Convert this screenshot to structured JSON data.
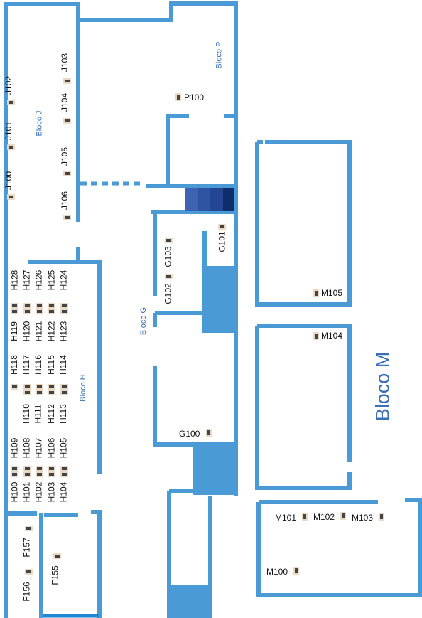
{
  "colors": {
    "wall": "#4a9ad6",
    "fill": "#4a9ad6",
    "text": "#111111",
    "block_label": "#3b6fb6",
    "stairs": [
      "#3e63b0",
      "#2f54a3",
      "#234594",
      "#0f2d6a"
    ],
    "icon_bg": "#e8d8c4"
  },
  "blocks": {
    "j": "Bloco J",
    "p": "Bloco P",
    "g": "Bloco G",
    "h": "Bloco H",
    "m": "Bloco M"
  },
  "rooms": {
    "j103": "J103",
    "j104": "J104",
    "j105": "J105",
    "j106": "J106",
    "j102": "J102",
    "j101": "J101",
    "j100": "J100",
    "p100": "P100",
    "g101": "G101",
    "g103": "G103",
    "g102": "G102",
    "g100": "G100",
    "h128": "H128",
    "h127": "H127",
    "h126": "H126",
    "h125": "H125",
    "h124": "H124",
    "h119": "H119",
    "h120": "H120",
    "h121": "H121",
    "h122": "H122",
    "h123": "H123",
    "h118": "H118",
    "h117": "H117",
    "h116": "H116",
    "h115": "H115",
    "h114": "H114",
    "h110": "H110",
    "h111": "H111",
    "h112": "H112",
    "h113": "H113",
    "h109": "H109",
    "h108": "H108",
    "h107": "H107",
    "h106": "H106",
    "h105": "H105",
    "h100": "H100",
    "h101": "H101",
    "h102": "H102",
    "h103": "H103",
    "h104": "H104",
    "f157": "F157",
    "f156": "F156",
    "f155": "F155",
    "m105": "M105",
    "m104": "M104",
    "m101": "M101",
    "m102": "M102",
    "m103": "M103",
    "m100": "M100"
  }
}
